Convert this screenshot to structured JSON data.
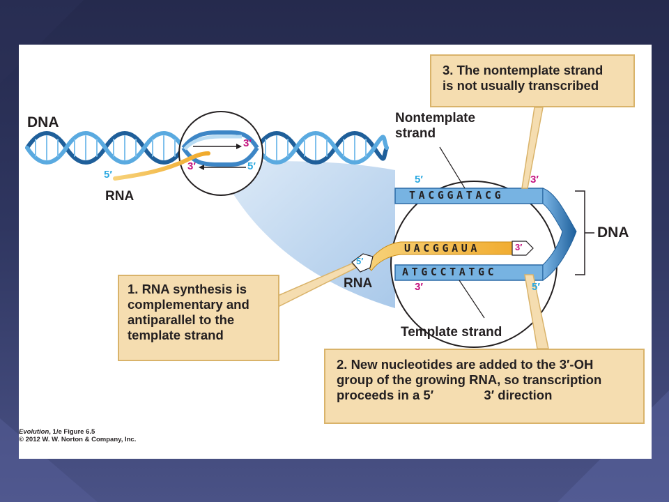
{
  "dna_label_left": "DNA",
  "rna_label_left": "RNA",
  "bubble_primes": {
    "top_3": "3′",
    "bottom_3": "3′",
    "bottom_5": "5′",
    "rna_5": "5′"
  },
  "nontemplate_label": "Nontemplate\nstrand",
  "template_label": "Template strand",
  "rna_label_zoom": "RNA",
  "dna_label_right": "DNA",
  "nontemplate_seq": "TACGGATACG",
  "template_seq": "ATGCCTATGC",
  "rna_seq": "UACGGAUA",
  "zoom_primes": {
    "nontemplate_5": "5′",
    "nontemplate_3": "3′",
    "template_3": "3′",
    "template_5": "5′",
    "rna_5": "5′",
    "rna_3": "3′"
  },
  "callouts": {
    "c1": "1. RNA synthesis is complementary and antiparallel to the template strand",
    "c2": "2. New nucleotides are added to the 3′-OH group of the growing RNA, so transcription proceeds in a 5′ → 3′ direction",
    "c3": "3. The nontemplate strand is not usually transcribed"
  },
  "c2_lines": {
    "line1": "2. New nucleotides are added to the 3′-OH",
    "line2": "group of the growing RNA, so transcription",
    "line3a": "proceeds in a 5′",
    "line3b": "3′ direction"
  },
  "c1_lines": {
    "line1": "1. RNA synthesis is",
    "line2": "complementary and",
    "line3": "antiparallel to the",
    "line4": "template strand"
  },
  "c3_lines": {
    "line1": "3. The nontemplate strand",
    "line2": "is not usually transcribed"
  },
  "credit": {
    "book": "Evolution",
    "edition": ", 1/e Figure 6.5",
    "copyright": "© 2012 W. W. Norton & Company, Inc."
  },
  "colors": {
    "dna_blue": "#4f9fd6",
    "dna_dark": "#1f5f9a",
    "rna_gold": "#f2b233",
    "callout_fill": "#f5ddb0",
    "prime_cyan": "#2aa8e0",
    "prime_magenta": "#c4127e"
  }
}
